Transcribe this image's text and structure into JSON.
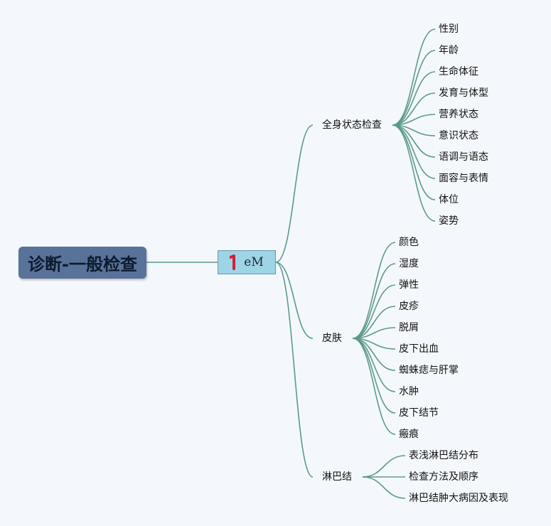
{
  "root": {
    "label": "诊断-一般检查"
  },
  "center": {
    "icon": "red-hook-icon",
    "label": "eM"
  },
  "branches": [
    {
      "label": "全身状态检查",
      "items": [
        "性别",
        "年龄",
        "生命体征",
        "发育与体型",
        "营养状态",
        "意识状态",
        "语调与语态",
        "面容与表情",
        "体位",
        "姿势"
      ]
    },
    {
      "label": "皮肤",
      "items": [
        "颜色",
        "湿度",
        "弹性",
        "皮疹",
        "脱屑",
        "皮下出血",
        "蜘蛛痣与肝掌",
        "水肿",
        "皮下结节",
        "瘢痕"
      ]
    },
    {
      "label": "淋巴结",
      "items": [
        "表浅淋巴结分布",
        "检查方法及顺序",
        "淋巴结肿大病因及表现"
      ]
    }
  ],
  "colors": {
    "line": "#5c9a8a",
    "root_bg": "#58729a",
    "center_bg": "#9dd4e6",
    "icon": "#d0213b"
  }
}
